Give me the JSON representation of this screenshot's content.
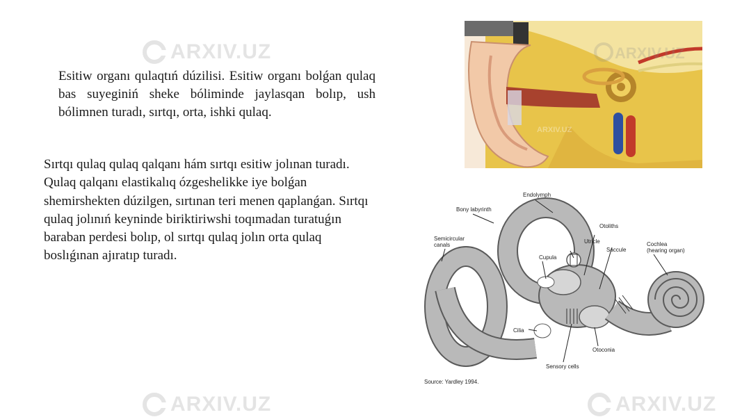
{
  "intro_paragraph": "Esitiw organı  qulaqtıń dúzilisi. Esitiw organı bolǵan qulaq bas suyeginiń sheke bóliminde jaylasqan bolıp, ush bólimnen turadı, sırtqı, orta, ishki qulaq.",
  "body_paragraph": "Sırtqı qulaq  qulaq qalqanı hám sırtqı esitiw jolınan turadı. Qulaq qalqanı elastikalıq ózgeshelikke iye bolǵan shemirshekten dúzilgen, sırtınan teri menen qaplanǵan. Sırtqı qulaq jolınıń keyninde biriktiriwshi toqımadan turatuǵın baraban perdesi bolıp, ol sırtqı qulaq jolın orta qulaq boslıǵınan ajıratıp turadı.",
  "watermark": "ARXIV.UZ",
  "labyrinth_labels": {
    "endolymph": "Endolymph",
    "bony_labyrinth": "Bony labyrinth",
    "otoliths": "Otoliths",
    "semicircular_canals_1": "Semicircular",
    "semicircular_canals_2": "canals",
    "utricle": "Utricle",
    "saccule": "Saccule",
    "cochlea_1": "Cochlea",
    "cochlea_2": "(hearing organ)",
    "cupula": "Cupula",
    "cilia": "Cilia",
    "otoconia": "Otoconia",
    "sensory_cells": "Sensory cells",
    "source": "Source: Yardley 1994."
  },
  "colors": {
    "cartilage": "#f2c9a8",
    "bone": "#e8c44a",
    "nerve": "#c23a2a",
    "vein": "#2e4fa0",
    "labyrinth_fill": "#b9b9b9",
    "labyrinth_stroke": "#5a5a5a"
  }
}
